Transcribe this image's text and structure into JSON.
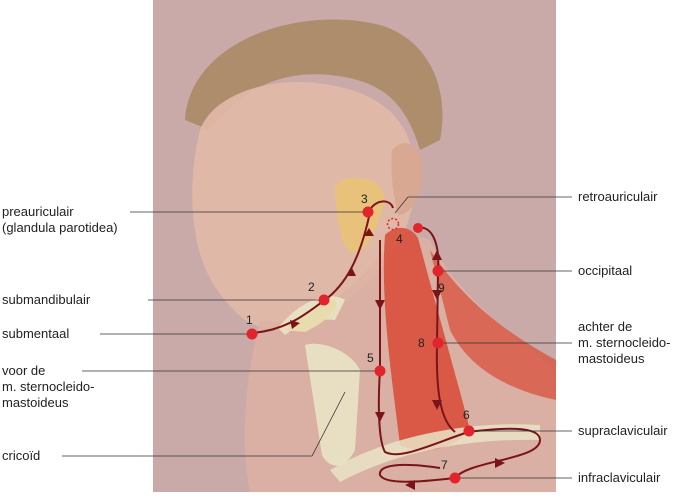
{
  "labels": {
    "preauricular": "preauriculair\n(glandula parotidea)",
    "submandibular": "submandibulair",
    "submental": "submentaal",
    "anterior_scm": "voor de\nm. sternocleido-\nmastoideus",
    "cricoid": "cricoïd",
    "retroauricular": "retroauriculair",
    "occipital": "occipitaal",
    "posterior_scm": "achter de\nm. sternocleido-\nmastoideus",
    "supraclavicular": "supraclaviculair",
    "infraclavicular": "infraclaviculair"
  },
  "numbers": [
    "1",
    "2",
    "3",
    "4",
    "5",
    "6",
    "7",
    "8",
    "9"
  ],
  "colors": {
    "node": "#e0262c",
    "path": "#7a1418",
    "leader": "#333333",
    "muscle": "#d8503c",
    "gland": "#e8c27a",
    "background": "#c9a9a6"
  }
}
